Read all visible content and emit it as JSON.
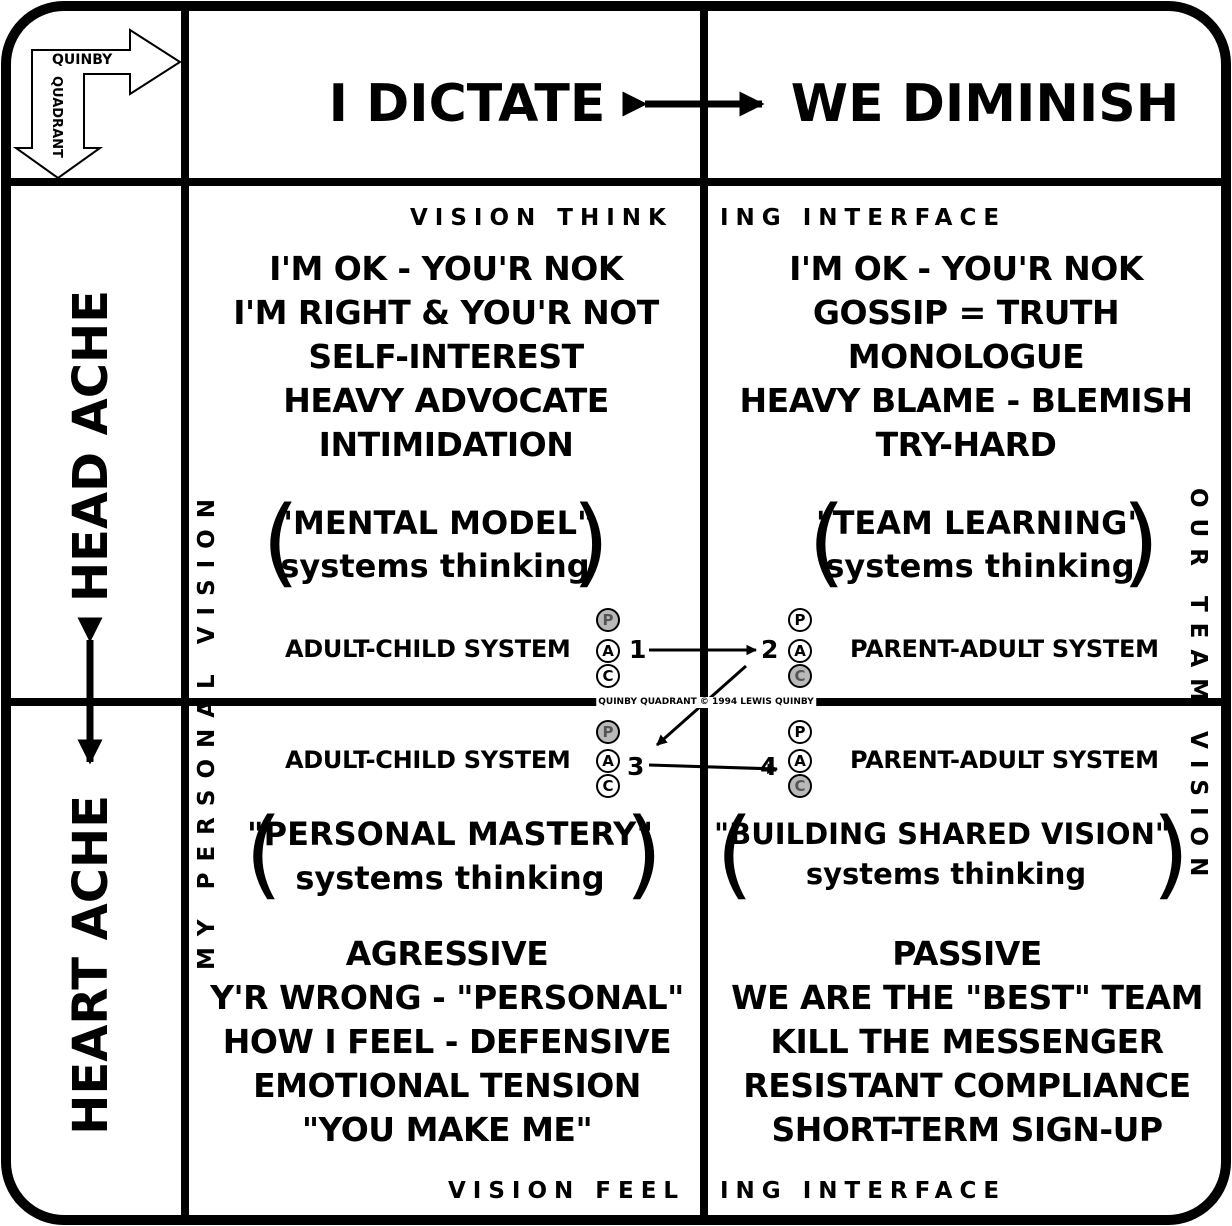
{
  "logo": {
    "line1": "QUINBY",
    "line2": "QUADRANT"
  },
  "header": {
    "left": "I DICTATE",
    "right": "WE DIMINISH"
  },
  "side": {
    "top": "HEAD ACHE",
    "bottom": "HEART ACHE"
  },
  "interface": {
    "thinking_left": "VISION THINK",
    "thinking_right": "ING INTERFACE",
    "feeling_left": "VISION FEEL",
    "feeling_right": "ING INTERFACE"
  },
  "vision": {
    "personal": "MY PERSONAL VISION",
    "team": "OUR TEAM VISION"
  },
  "quadrants": {
    "top_left": {
      "items": [
        "I'M OK - YOU'R NOK",
        "I'M RIGHT & YOU'R NOT",
        "SELF-INTEREST",
        "HEAVY ADVOCATE",
        "INTIMIDATION"
      ],
      "quote_title": "\"MENTAL MODEL\"",
      "quote_sub": "systems thinking",
      "system": "ADULT-CHILD SYSTEM",
      "number": "1"
    },
    "top_right": {
      "items": [
        "I'M OK - YOU'R NOK",
        "GOSSIP =  TRUTH",
        "MONOLOGUE",
        "HEAVY BLAME - BLEMISH",
        "TRY-HARD"
      ],
      "quote_title": "\"TEAM LEARNING\"",
      "quote_sub": "systems thinking",
      "system": "PARENT-ADULT SYSTEM",
      "number": "2"
    },
    "bottom_left": {
      "items": [
        "AGRESSIVE",
        "Y'R WRONG - \"PERSONAL\"",
        "HOW I FEEL - DEFENSIVE",
        "EMOTIONAL TENSION",
        "\"YOU MAKE ME\""
      ],
      "quote_title": "\"PERSONAL MASTERY\"",
      "quote_sub": "systems thinking",
      "system": "ADULT-CHILD SYSTEM",
      "number": "3"
    },
    "bottom_right": {
      "items": [
        "PASSIVE",
        "WE ARE THE \"BEST\" TEAM",
        "KILL THE MESSENGER",
        "RESISTANT COMPLIANCE",
        "SHORT-TERM SIGN-UP"
      ],
      "quote_title": "\"BUILDING SHARED VISION\"",
      "quote_sub": "systems thinking",
      "system": "PARENT-ADULT SYSTEM",
      "number": "4"
    }
  },
  "pac": {
    "p": "P",
    "a": "A",
    "c": "C"
  },
  "copyright": "QUINBY QUADRANT © 1994 LEWIS QUINBY"
}
